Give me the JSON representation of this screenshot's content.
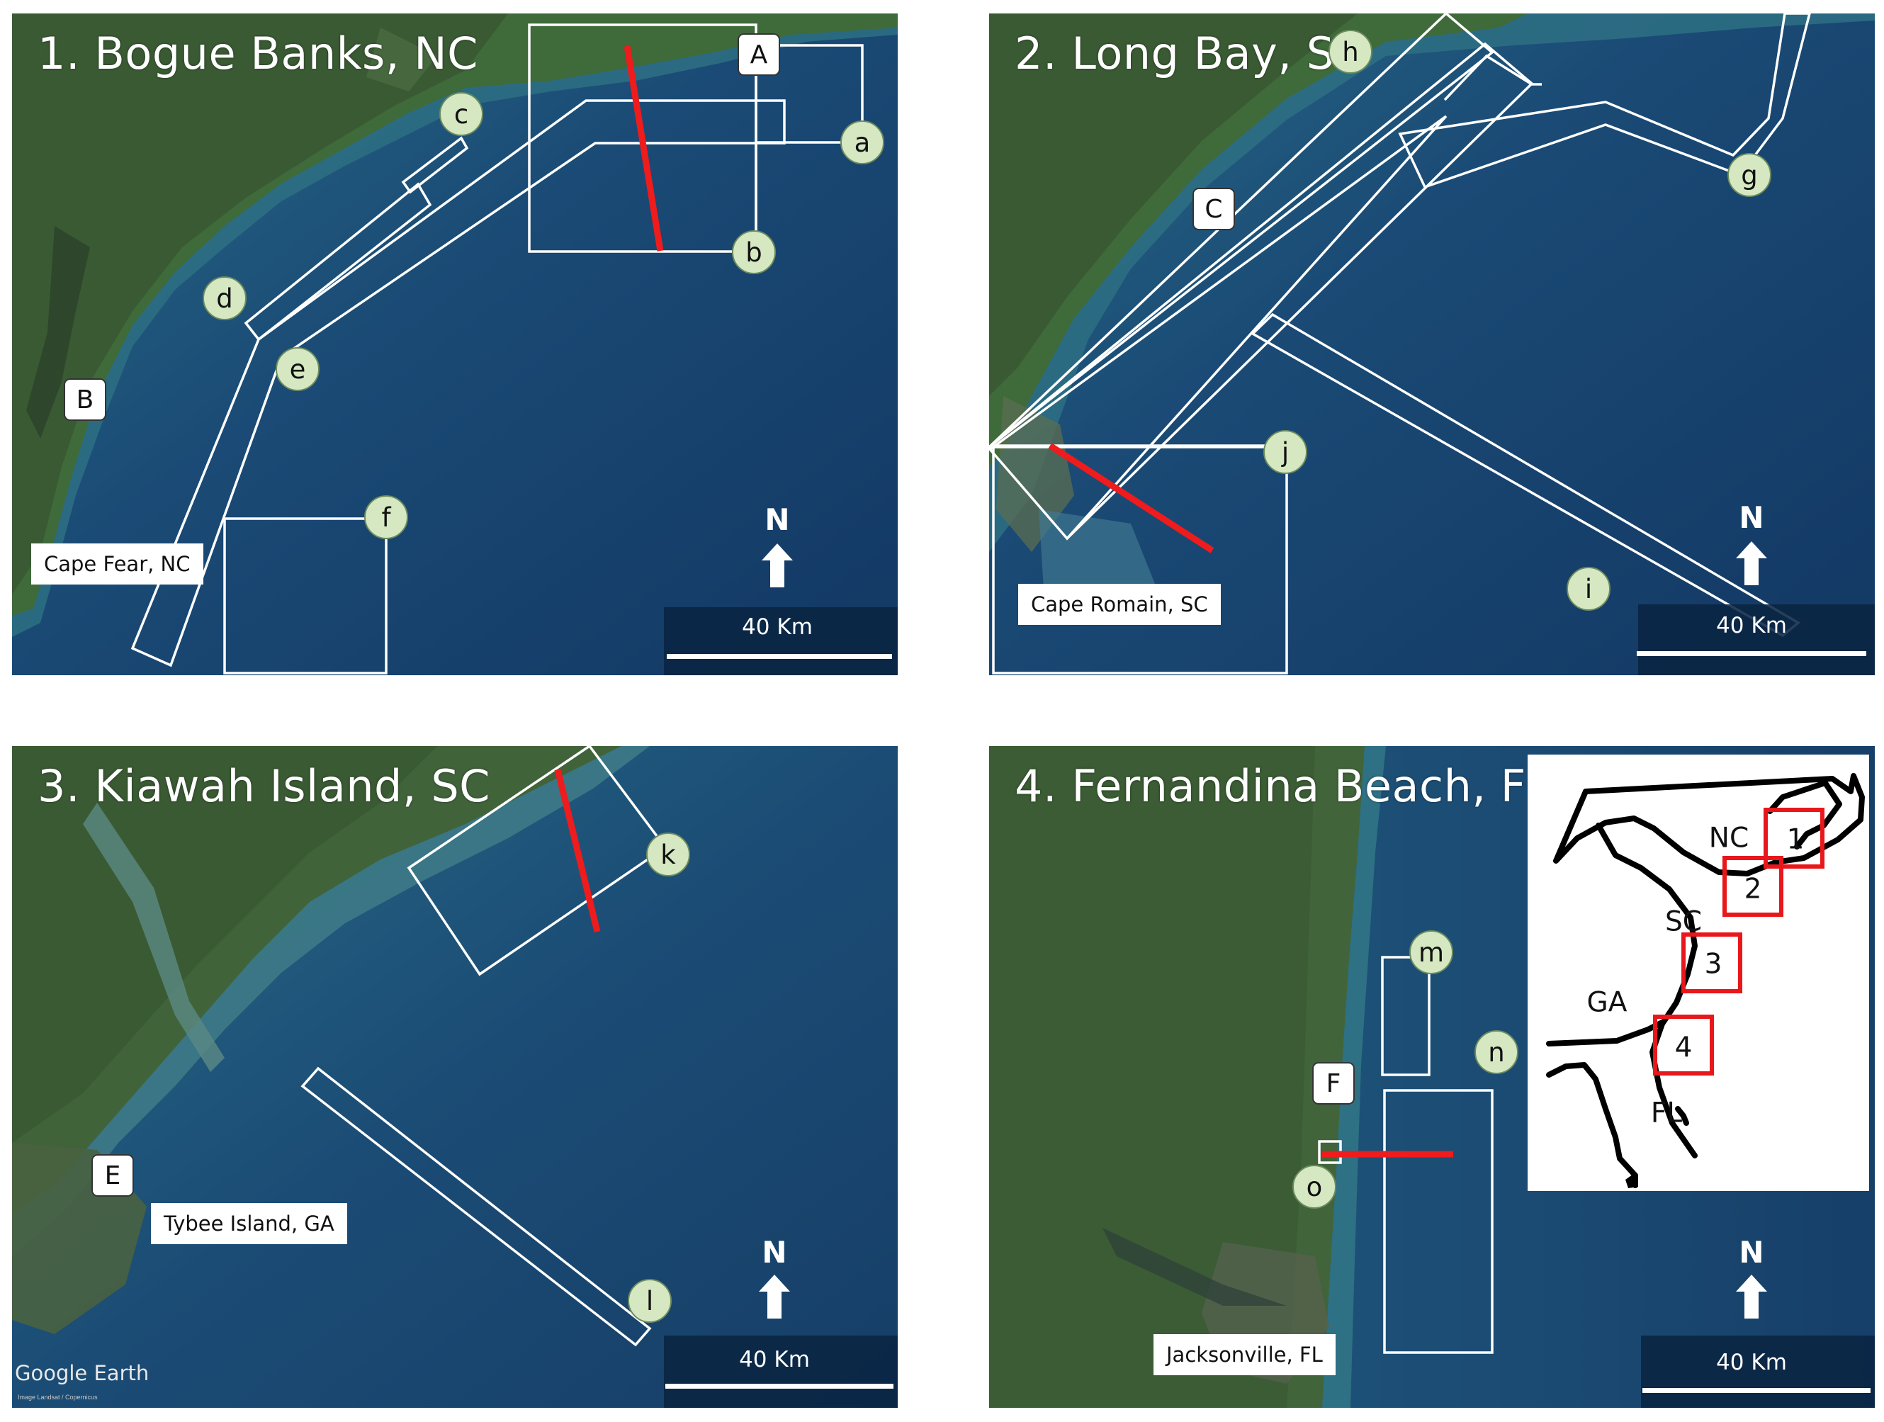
{
  "panels": [
    {
      "title": "1. Bogue Banks, NC",
      "scale_label": "40 Km",
      "north_label": "N",
      "places": [
        "Cape Fear, NC"
      ],
      "sites": [
        "A",
        "B"
      ],
      "markers": [
        "a",
        "b",
        "c",
        "d",
        "e",
        "f"
      ]
    },
    {
      "title": "2. Long Bay, SC",
      "scale_label": "40 Km",
      "north_label": "N",
      "places": [
        "Cape Romain, SC"
      ],
      "sites": [
        "C"
      ],
      "markers": [
        "g",
        "h",
        "i",
        "j"
      ]
    },
    {
      "title": "3. Kiawah Island, SC",
      "scale_label": "40 Km",
      "north_label": "N",
      "places": [
        "Tybee Island, GA"
      ],
      "sites": [
        "E"
      ],
      "markers": [
        "k",
        "l"
      ],
      "attribution": "Google Earth",
      "attribution_small": "Image Landsat / Copernicus"
    },
    {
      "title": "4. Fernandina Beach, FL",
      "scale_label": "40 Km",
      "north_label": "N",
      "places": [
        "Jacksonville, FL"
      ],
      "sites": [
        "F"
      ],
      "markers": [
        "m",
        "n",
        "o"
      ],
      "inset": {
        "states": [
          "NC",
          "SC",
          "GA",
          "FL"
        ],
        "boxes": [
          "1",
          "2",
          "3",
          "4"
        ]
      }
    }
  ],
  "colors": {
    "ocean_deep": "#153d69",
    "ocean_shelf": "#2b6680",
    "land": "#3b5a34",
    "box_outline": "#ffffff",
    "transect": "#ee1c1c",
    "marker_fill": "#d5e8c2",
    "inset_box": "#e8171b"
  }
}
